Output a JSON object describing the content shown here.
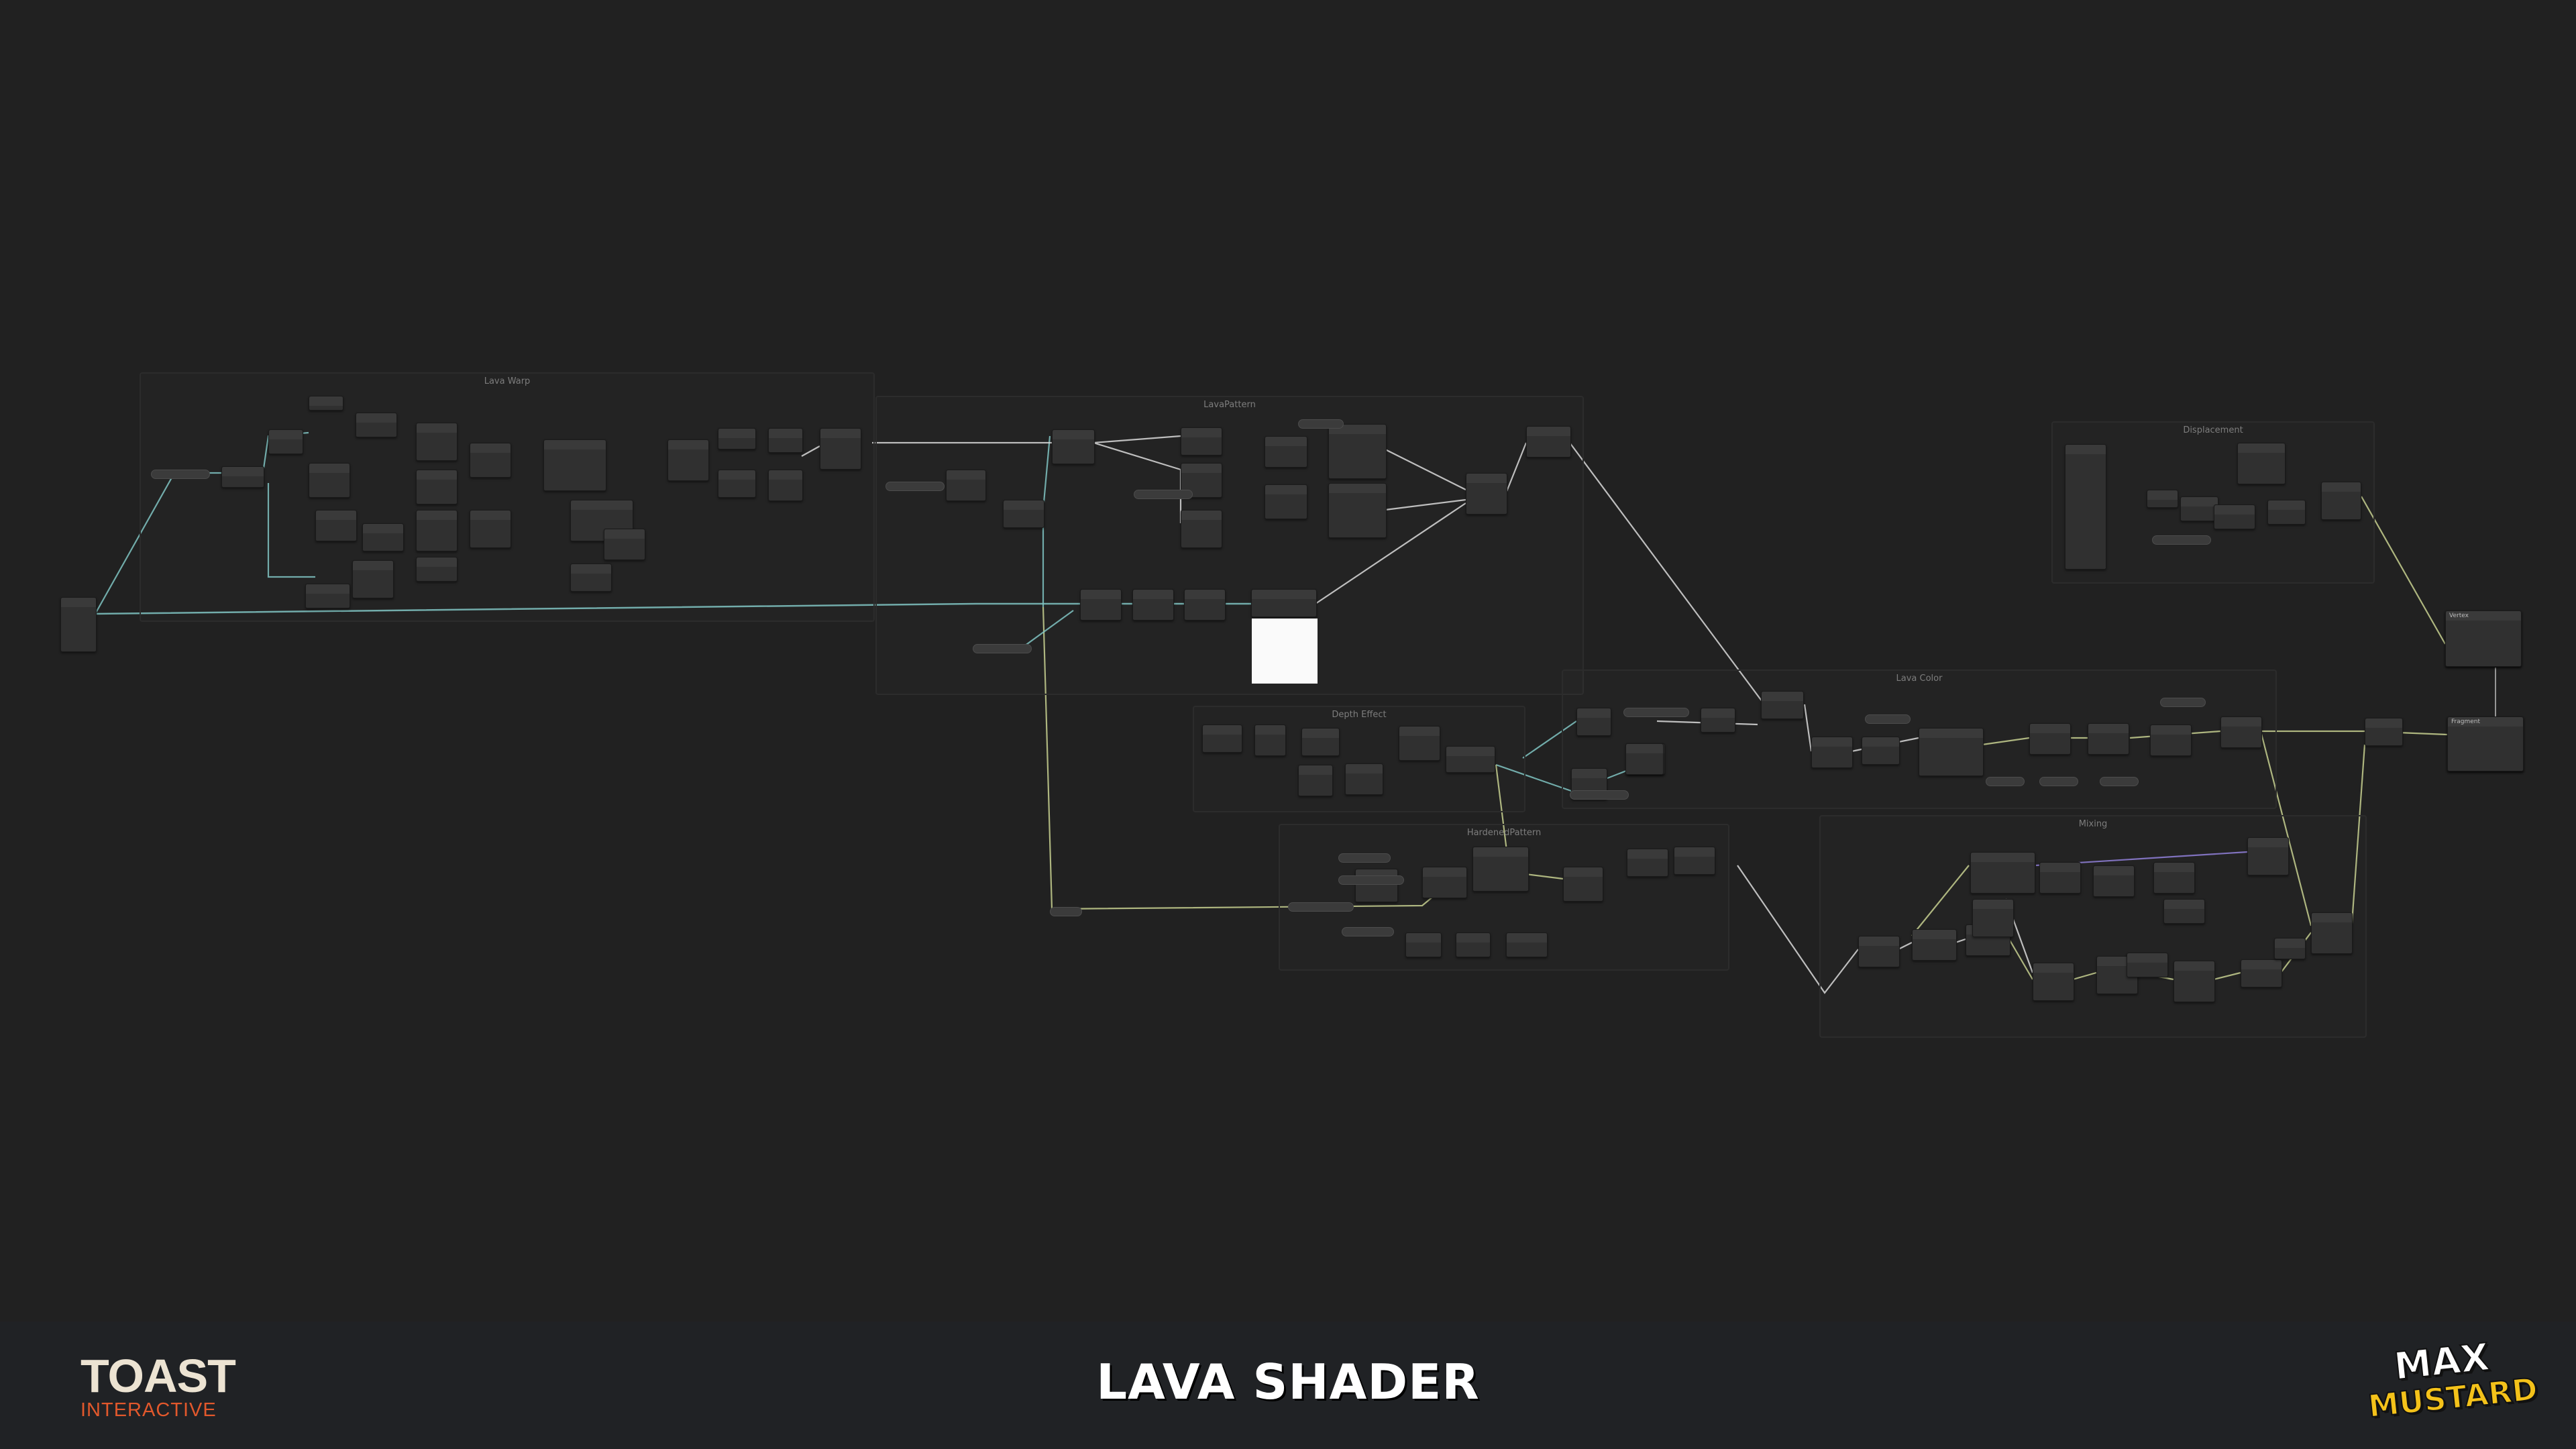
{
  "app": {
    "title": "LAVA SHADER"
  },
  "branding": {
    "left_logo_word": "TOAST",
    "left_logo_sub": "INTERACTIVE",
    "right_logo_top": "MAX",
    "right_logo_bottom": "MUSTARD"
  },
  "groups": [
    {
      "id": "lava-warp",
      "title": "Lava Warp"
    },
    {
      "id": "lava-pattern",
      "title": "LavaPattern"
    },
    {
      "id": "displacement",
      "title": "Displacement"
    },
    {
      "id": "lava-color",
      "title": "Lava Color"
    },
    {
      "id": "depth-effect",
      "title": "Depth Effect"
    },
    {
      "id": "hardened-pattern",
      "title": "HardenedPattern"
    },
    {
      "id": "mixing",
      "title": "Mixing"
    }
  ],
  "output_nodes": [
    {
      "id": "vertex",
      "label": "Vertex"
    },
    {
      "id": "fragment",
      "label": "Fragment"
    }
  ],
  "colors": {
    "canvas_bg": "#212121",
    "footer_bg": "#202225",
    "node_bg": "#303030",
    "wire_float": "#c7d08f",
    "wire_vector": "#7fc4c2",
    "wire_light": "#d9d9d9",
    "title_white": "#ffffff",
    "toast_cream": "#ece3d2",
    "toast_orange": "#e2582c",
    "mustard_yellow": "#f4c21a"
  }
}
